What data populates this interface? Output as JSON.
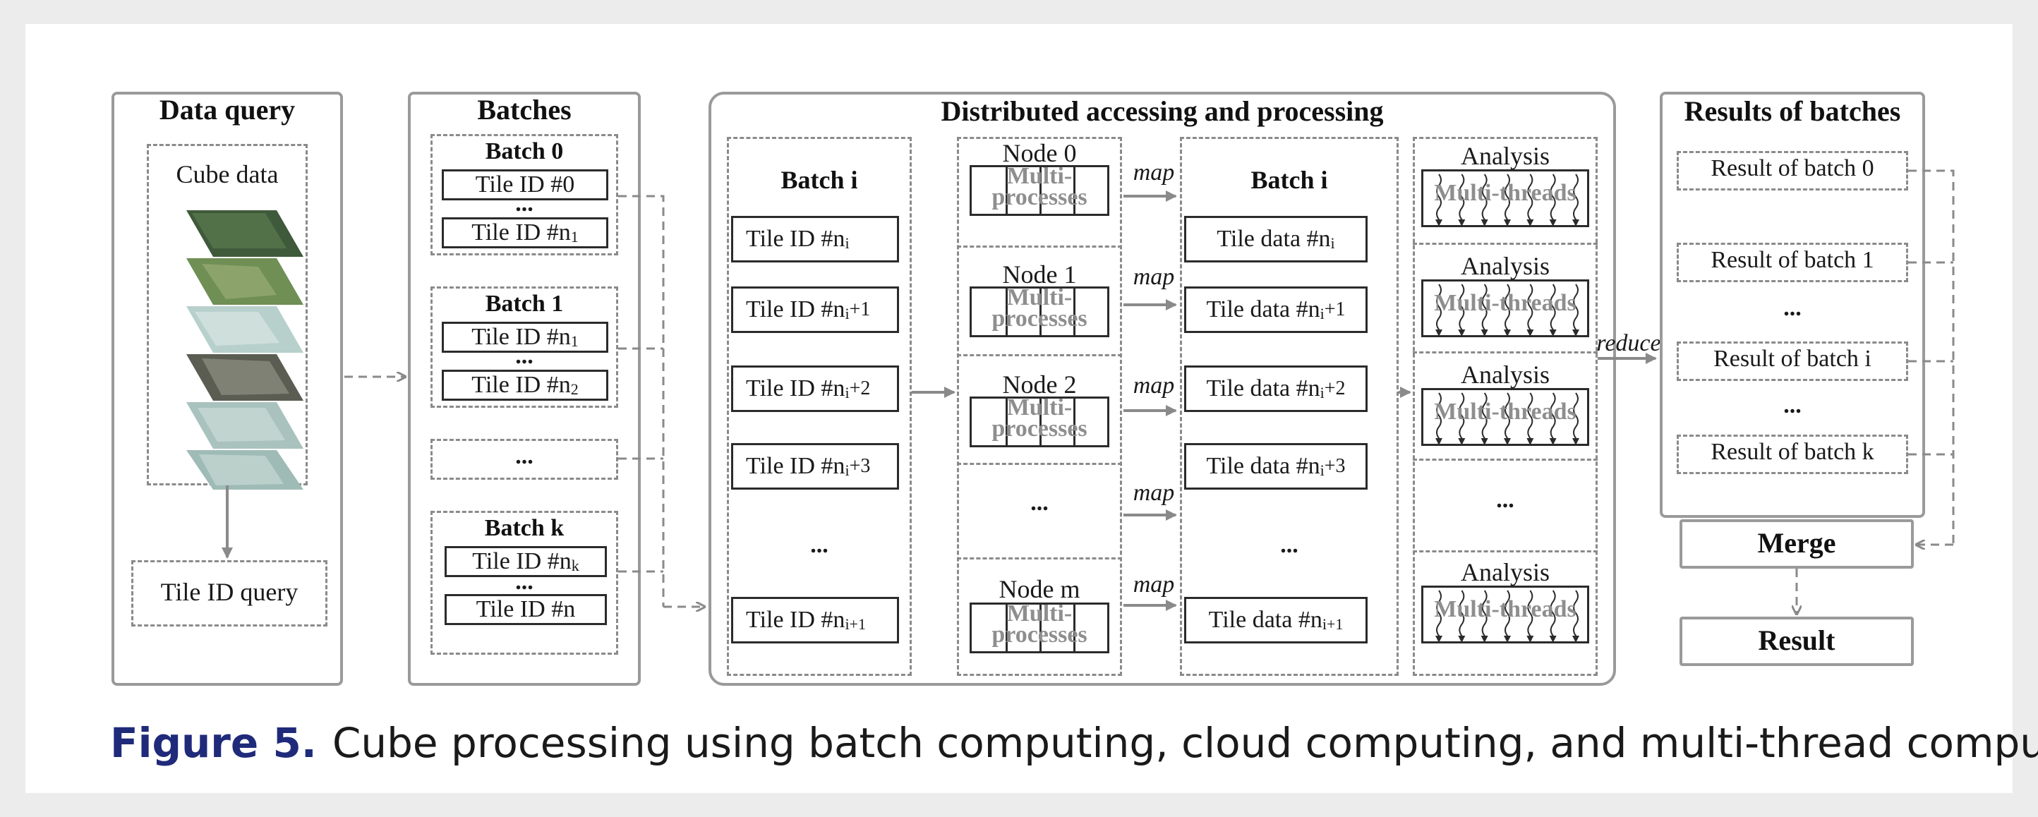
{
  "figure": {
    "label": "Figure 5.",
    "caption": "Cube processing using batch computing, cloud computing, and multi-thread computing."
  },
  "data_query": {
    "title": "Data query",
    "cube_label": "Cube data",
    "tile_query": "Tile ID query"
  },
  "batches": {
    "title": "Batches",
    "groups": [
      {
        "title": "Batch 0",
        "first": "Tile ID #0",
        "dots": "...",
        "last_prefix": "Tile ID #n",
        "last_sub": "1"
      },
      {
        "title": "Batch 1",
        "first_prefix": "Tile ID #n",
        "first_sub": "1",
        "dots": "...",
        "last_prefix": "Tile ID #n",
        "last_sub": "2"
      },
      {
        "title": "Batch k",
        "first_prefix": "Tile ID #n",
        "first_sub": "k",
        "dots": "...",
        "last": "Tile ID #n"
      }
    ],
    "ellipsis": "..."
  },
  "distributed": {
    "title": "Distributed accessing and processing",
    "batch_i_title": "Batch i",
    "tile_ids": [
      {
        "prefix": "Tile ID #n",
        "sub": "i",
        "suffix": ""
      },
      {
        "prefix": "Tile ID #n",
        "sub": "i",
        "suffix": "+1"
      },
      {
        "prefix": "Tile ID #n",
        "sub": "i",
        "suffix": "+2"
      },
      {
        "prefix": "Tile ID #n",
        "sub": "i",
        "suffix": "+3"
      },
      {
        "prefix": "Tile ID #n",
        "sub": "i+1",
        "suffix": ""
      }
    ],
    "tile_ellipsis": "...",
    "nodes": [
      "Node 0",
      "Node 1",
      "Node 2",
      "Node m"
    ],
    "node_ellipsis": "...",
    "multi_processes": "Multi-\nprocesses",
    "map_label": "map",
    "batch_i_data_title": "Batch i",
    "tile_data": [
      {
        "prefix": "Tile data #n",
        "sub": "i",
        "suffix": ""
      },
      {
        "prefix": "Tile data #n",
        "sub": "i",
        "suffix": "+1"
      },
      {
        "prefix": "Tile data #n",
        "sub": "i",
        "suffix": "+2"
      },
      {
        "prefix": "Tile data #n",
        "sub": "i",
        "suffix": "+3"
      },
      {
        "prefix": "Tile data #n",
        "sub": "i+1",
        "suffix": ""
      }
    ],
    "data_ellipsis": "...",
    "analysis_label": "Analysis",
    "multi_threads": "Multi-threads",
    "analysis_ellipsis": "...",
    "reduce_label": "reduce"
  },
  "results": {
    "title": "Results of batches",
    "items": [
      "Result of batch 0",
      "Result of batch 1",
      "...",
      "Result of batch i",
      "...",
      "Result of batch k"
    ],
    "merge": "Merge",
    "result": "Result"
  }
}
